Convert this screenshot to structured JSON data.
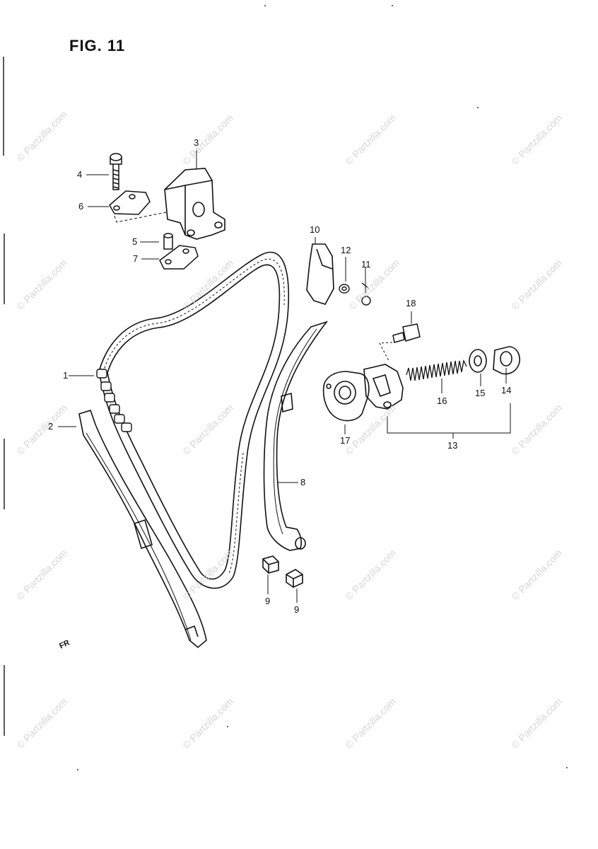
{
  "figure": {
    "title": "FIG. 11"
  },
  "callouts": [
    "1",
    "2",
    "3",
    "4",
    "5",
    "6",
    "7",
    "8",
    "9",
    "9",
    "10",
    "11",
    "12",
    "13",
    "14",
    "15",
    "16",
    "17",
    "18"
  ],
  "watermark": "© Partzilla.com",
  "front_marker": "FR",
  "colors": {
    "ink": "#111111",
    "watermark": "#d6d6d6",
    "background": "#ffffff"
  }
}
